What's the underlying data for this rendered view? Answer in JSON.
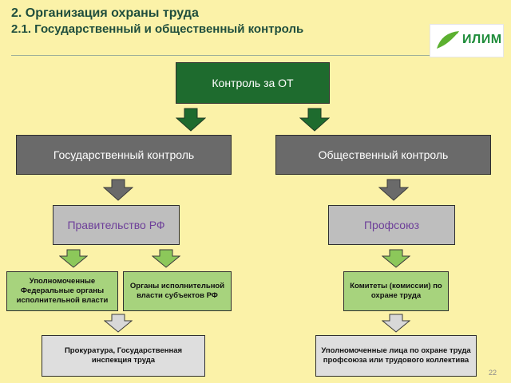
{
  "header": {
    "title": "2. Организация охраны труда",
    "subtitle": "2.1. Государственный и общественный контроль"
  },
  "logo": {
    "text": "ИЛИМ",
    "brand_color": "#1e8c3a"
  },
  "diagram": {
    "root": "Контроль за ОТ",
    "state": {
      "label": "Государственный контроль",
      "body": "Правительство РФ",
      "children": [
        "Уполномоченные Федеральные органы исполнительной власти",
        "Органы исполнительной власти субъектов РФ"
      ],
      "leaf": "Прокуратура, Государственная инспекция труда"
    },
    "public": {
      "label": "Общественный контроль",
      "body": "Профсоюз",
      "child": "Комитеты (комиссии) по охране труда",
      "leaf": "Уполномоченные лица по охране труда профсоюза или трудового коллектива"
    }
  },
  "colors": {
    "background": "#fbf2a8",
    "root_box": "#1e6b2e",
    "level1_box": "#6a6a6a",
    "level2_box": "#bebebe",
    "level2_text": "#6d3f99",
    "level3_box": "#a7d37d",
    "level4_box": "#dedede",
    "arrow_green": "#1e6b2e",
    "arrow_gray": "#6a6a6a",
    "arrow_light_green": "#8cc85a",
    "arrow_light_gray": "#d8d8d8"
  },
  "page_number": "22"
}
